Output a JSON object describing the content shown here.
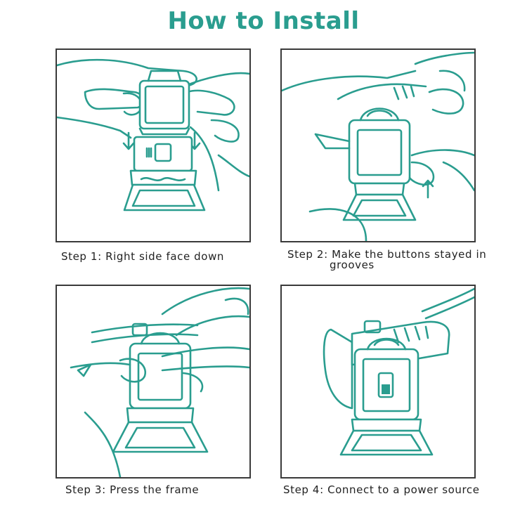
{
  "title": "How to Install",
  "colors": {
    "accent": "#2a9d8f",
    "frame": "#3a3a3a",
    "text": "#222222"
  },
  "steps": [
    {
      "caption": "Step 1: Right side face down"
    },
    {
      "caption": "Step 2: Make the buttons stayed in",
      "caption_line2": "grooves"
    },
    {
      "caption": "Step 3: Press the frame"
    },
    {
      "caption": "Step 4: Connect to a power source"
    }
  ]
}
